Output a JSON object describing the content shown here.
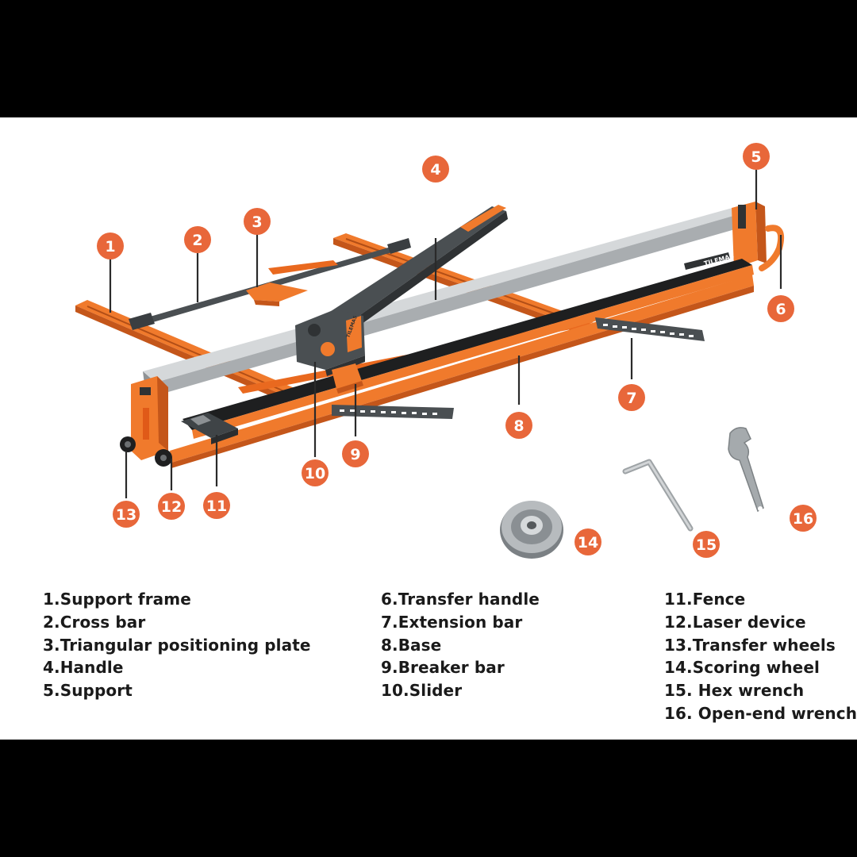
{
  "colors": {
    "background": "#000000",
    "panel": "#ffffff",
    "badge": "#e8673a",
    "frame_orange": "#f07a2c",
    "dark_gray": "#4a4f52",
    "rail_silver": "#c5c9cc",
    "text": "#1a1a1a"
  },
  "badges": [
    "1",
    "2",
    "3",
    "4",
    "5",
    "6",
    "7",
    "8",
    "9",
    "10",
    "11",
    "12",
    "13",
    "14",
    "15",
    "16"
  ],
  "product_labels": {
    "head_brand": "TILEMAS",
    "base_brand": "TILEMAS"
  },
  "legend": {
    "column1": [
      "1.Support frame",
      "2.Cross bar",
      "3.Triangular positioning plate",
      "4.Handle",
      "5.Support"
    ],
    "column2": [
      "6.Transfer handle",
      "7.Extension bar",
      "8.Base",
      "9.Breaker bar",
      "10.Slider"
    ],
    "column3": [
      "11.Fence",
      "12.Laser device",
      "13.Transfer wheels",
      "14.Scoring wheel",
      "15. Hex wrench",
      "16. Open-end wrench"
    ]
  }
}
